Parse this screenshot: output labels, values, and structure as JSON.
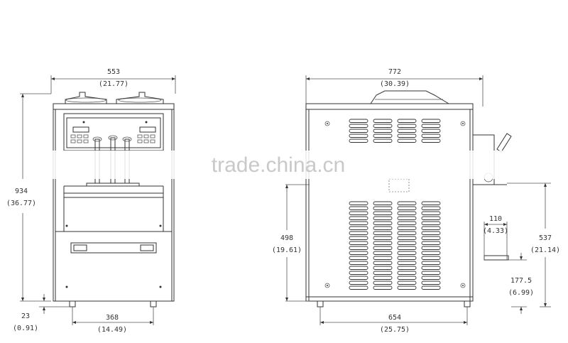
{
  "front_view": {
    "width_mm": "553",
    "width_in": "(21.77)",
    "height_mm": "934",
    "height_in": "(36.77)",
    "leg_mm": "23",
    "leg_in": "(0.91)",
    "base_mm": "368",
    "base_in": "(14.49)"
  },
  "side_view": {
    "width_mm": "772",
    "width_in": "(30.39)",
    "body_height_mm": "498",
    "body_height_in": "(19.61)",
    "base_mm": "654",
    "base_in": "(25.75)",
    "tray_mm": "110",
    "tray_in": "(4.33)",
    "nozzle_height_mm": "537",
    "nozzle_height_in": "(21.14)",
    "tray_height_mm": "177.5",
    "tray_height_in": "(6.99)"
  },
  "watermark": "trade.china.cn"
}
